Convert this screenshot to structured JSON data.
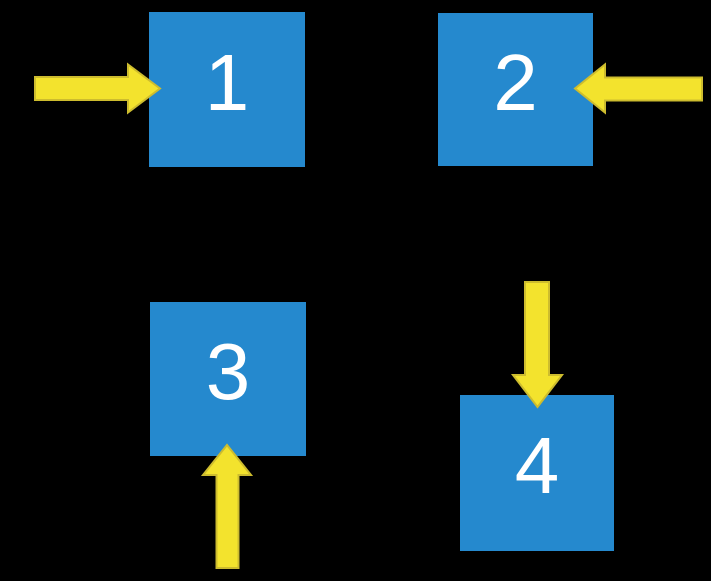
{
  "colors": {
    "background": "#000000",
    "box_fill": "#2589CE",
    "digit_color": "#FFFFFF",
    "arrow_fill": "#F3E32D",
    "arrow_outline": "#CDBC2E"
  },
  "boxes": [
    {
      "label": "1",
      "arrow": "from-left"
    },
    {
      "label": "2",
      "arrow": "from-right"
    },
    {
      "label": "3",
      "arrow": "from-below"
    },
    {
      "label": "4",
      "arrow": "from-above"
    }
  ]
}
